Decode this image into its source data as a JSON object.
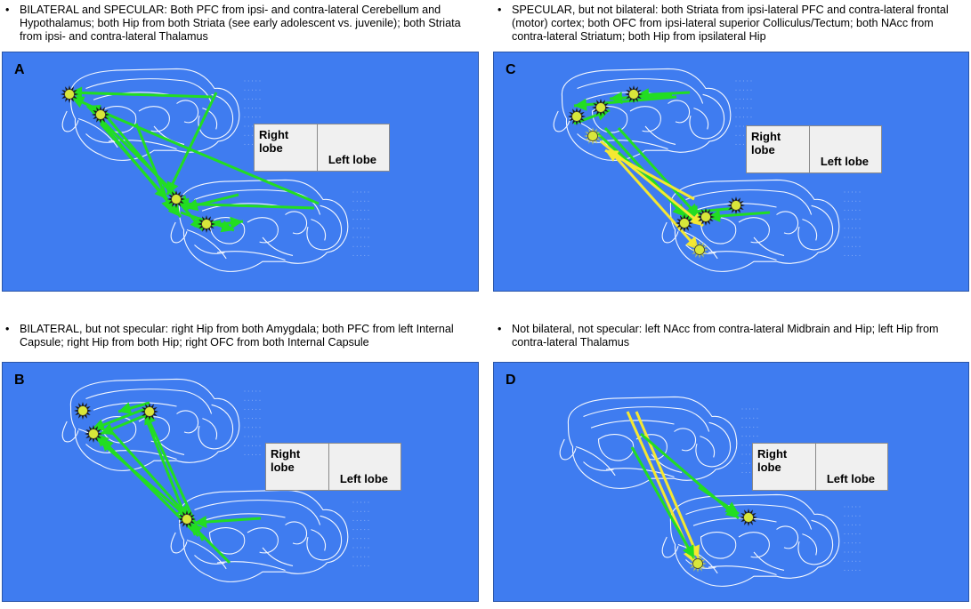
{
  "captions": {
    "bullet": "•",
    "a": "BILATERAL and SPECULAR: Both PFC from ipsi- and contra-lateral Cerebellum and Hypothalamus; both Hip from both Striata (see early adolescent vs. juvenile); both Striata from ipsi- and contra-lateral Thalamus",
    "b": "BILATERAL, but not specular: right Hip from both Amygdala; both PFC from left Internal Capsule; right Hip from both Hip; right OFC from both Internal Capsule",
    "c": "SPECULAR, but not bilateral: both Striata from ipsi-lateral PFC and contra-lateral frontal (motor) cortex; both OFC from ipsi-lateral superior Colliculus/Tectum; both NAcc from contra-lateral Striatum; both Hip from ipsilateral Hip",
    "d": "Not bilateral, not specular: left NAcc from contra-lateral Midbrain and Hip; left Hip from contra-lateral Thalamus"
  },
  "panels": {
    "a": {
      "letter": "A"
    },
    "b": {
      "letter": "B"
    },
    "c": {
      "letter": "C"
    },
    "d": {
      "letter": "D"
    }
  },
  "legend": {
    "right_lobe": "Right lobe",
    "left_lobe": "Left lobe"
  },
  "colors": {
    "panel_bg": "#3f7cf0",
    "arrow_green": "#22dd22",
    "arrow_yellow": "#f5e832",
    "node_yellow": "#d8e63a",
    "brain_outline": "#ffffff"
  },
  "icons": {
    "node": "spiky-node-icon",
    "arrow": "arrow-icon"
  }
}
